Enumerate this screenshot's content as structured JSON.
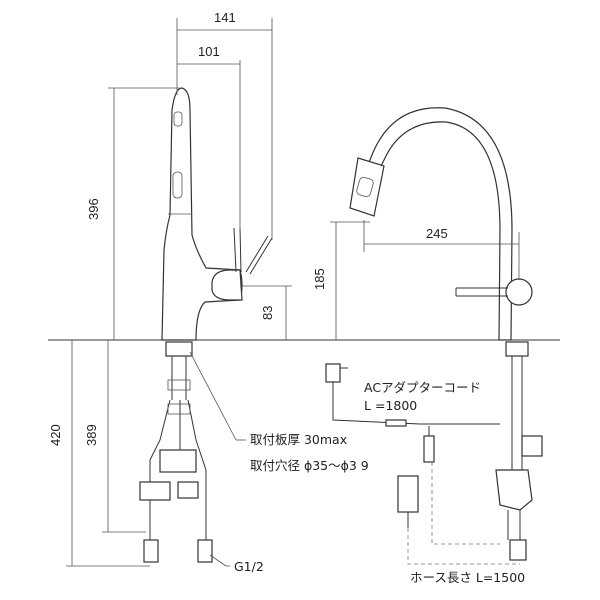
{
  "dimensions": {
    "total_width": "141",
    "spout_reach_side": "101",
    "height_total": "396",
    "lever_height": "83",
    "below_counter_total": "420",
    "below_counter_hose": "389",
    "front_reach": "245",
    "front_height": "185"
  },
  "notes": {
    "ac_adapter": "ACアダプターコード",
    "ac_length": "L =1800",
    "plate_thickness": "取付板厚 30max",
    "hole_diameter": "取付穴径 ϕ35～ϕ3 9",
    "thread": "G1/2",
    "hose_length": "ホース長さ L=1500"
  }
}
